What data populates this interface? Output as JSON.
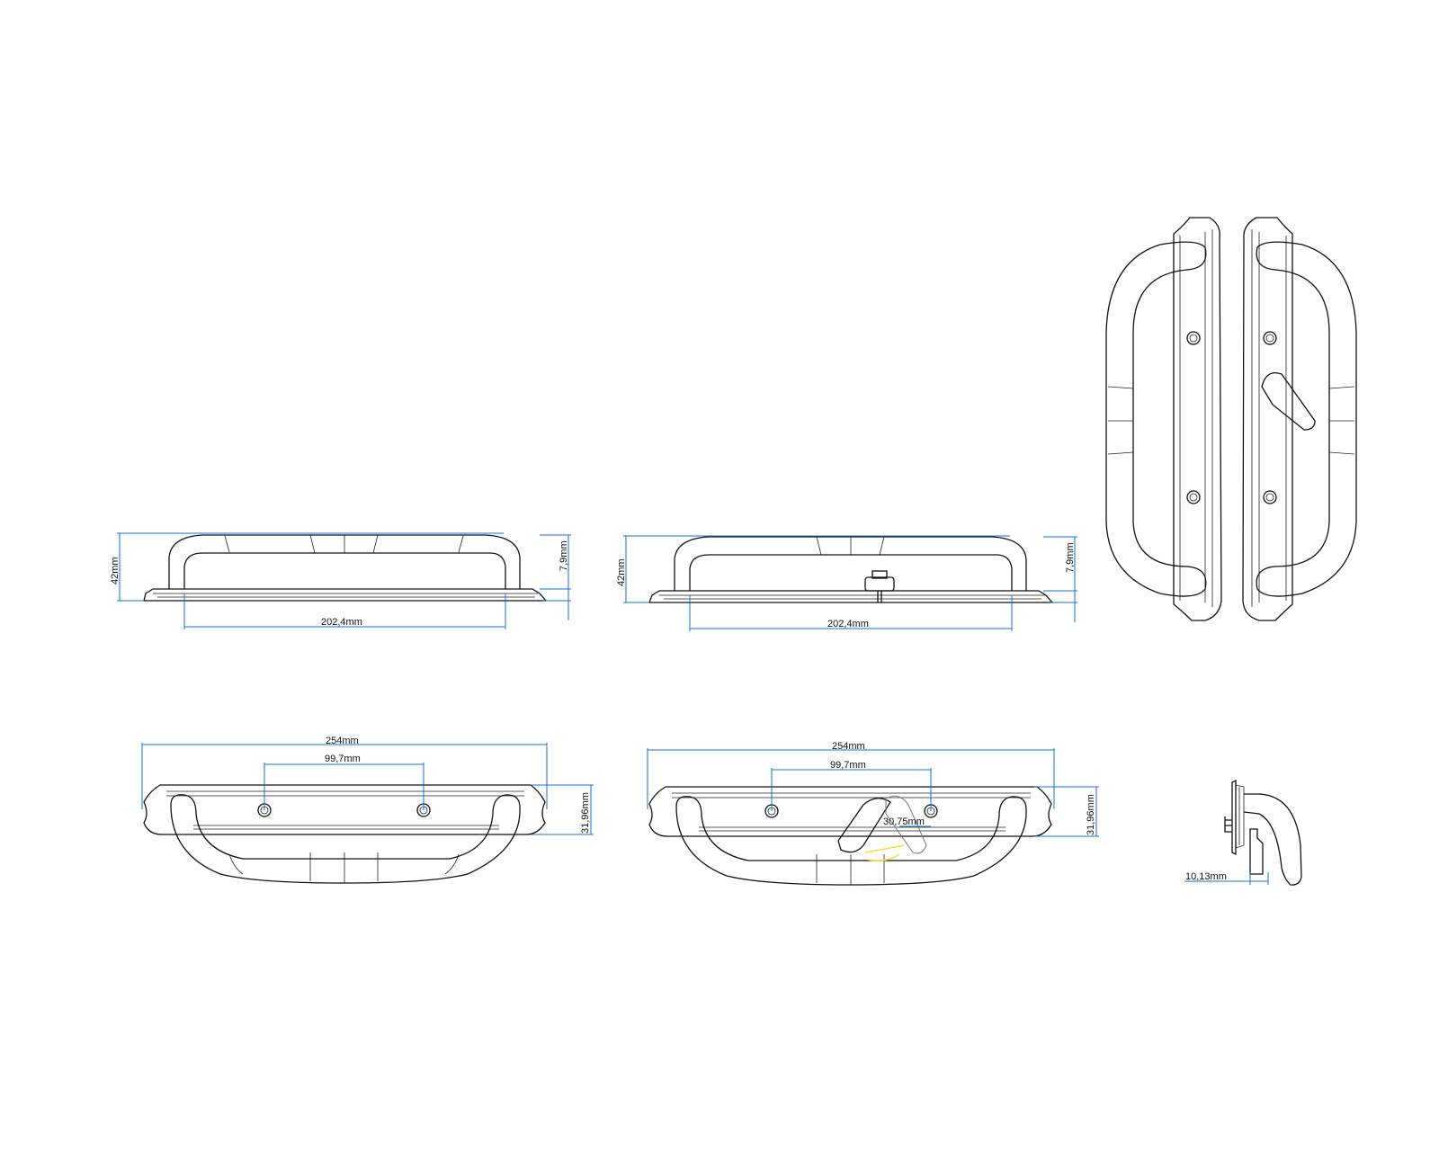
{
  "drawing": {
    "side_view_1": {
      "height": "42mm",
      "plate_thickness": "7,9mm",
      "grip_width": "202,4mm"
    },
    "side_view_2": {
      "height": "42mm",
      "plate_thickness": "7,9mm",
      "grip_width": "202,4mm"
    },
    "front_view_1": {
      "overall_length": "254mm",
      "hole_spacing": "99,7mm",
      "plate_height": "31,96mm"
    },
    "front_view_2": {
      "overall_length": "254mm",
      "hole_spacing": "99,7mm",
      "plate_height": "31,96mm",
      "lever_offset": "30,75mm"
    },
    "profile_view": {
      "depth": "10,13mm"
    },
    "colors": {
      "dimension": "#1a6fd8",
      "outline": "#111111",
      "rotation_arrow": "#f1e23a"
    }
  }
}
